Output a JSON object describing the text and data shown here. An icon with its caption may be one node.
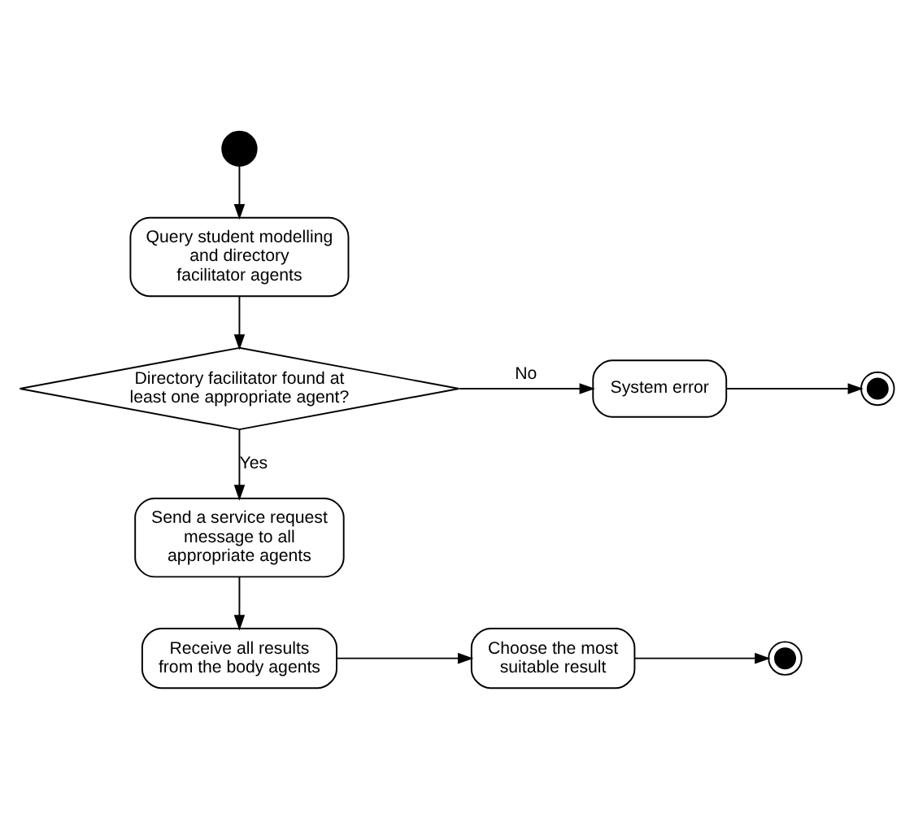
{
  "diagram": {
    "nodes": [
      {
        "text": [],
        "shape": "circle"
      },
      {
        "text": [
          "Query student modelling and directory facilitator agents"
        ]
      },
      {
        "text": [
          "Directory facilitator found at least one appropriate agent?"
        ]
      },
      {
        "text": [
          "System error"
        ]
      },
      {
        "text": [],
        "shape": "circle"
      },
      {
        "text": [
          "Send a service request message to all appropriate agents"
        ]
      },
      {
        "text": [
          "Receive all results from the body agents"
        ]
      },
      {
        "text": [
          "Choose the most suitable result"
        ]
      },
      {
        "text": [],
        "shape": "circle"
      }
    ],
    "edges": [
      {
        "from": 0,
        "to": 1,
        "arrow": "to"
      },
      {
        "from": 1,
        "to": 2,
        "arrow": "to"
      },
      {
        "from": 2,
        "to": 3,
        "arrow": "to",
        "label": "No"
      },
      {
        "from": 3,
        "to": 4,
        "arrow": "to"
      },
      {
        "from": 2,
        "to": 5,
        "arrow": "to",
        "label": "Yes"
      },
      {
        "from": 5,
        "to": 6,
        "arrow": "to"
      },
      {
        "from": 6,
        "to": 7,
        "arrow": "to"
      },
      {
        "from": 7,
        "to": 8,
        "arrow": "to"
      }
    ]
  }
}
